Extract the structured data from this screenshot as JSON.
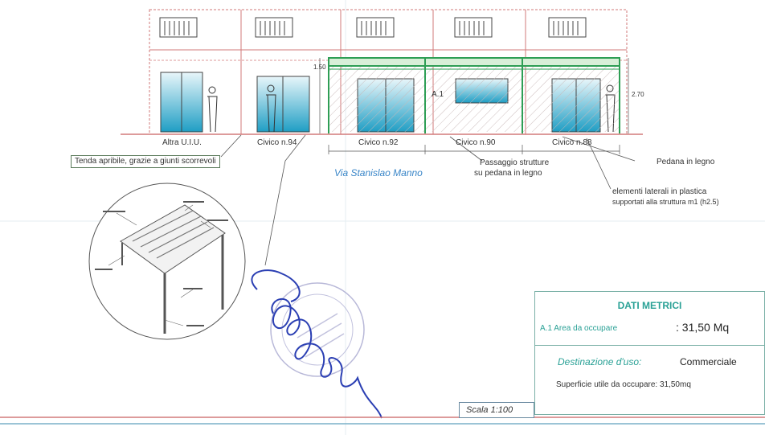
{
  "drawing": {
    "civic_labels": [
      "Altra U.I.U.",
      "Civico n.94",
      "Civico n.92",
      "Civico n.90",
      "Civico n.88"
    ],
    "heights": {
      "left": "1.50",
      "right": "2.70"
    },
    "area_tag": "A.1",
    "street_name": "Via Stanislao Manno",
    "notes": {
      "tenda": "Tenda apribile, grazie a giunti scorrevoli",
      "passaggio_1": "Passaggio strutture",
      "passaggio_2": "su pedana in legno",
      "pedana": "Pedana in legno",
      "elementi_1": "elementi laterali in plastica",
      "elementi_2": "supportati alla struttura m1 (h2.5)"
    }
  },
  "dati_metrici": {
    "title": "DATI METRICI",
    "area_label": "A.1 Area da occupare",
    "area_value": ": 31,50 Mq",
    "destinazione_label": "Destinazione d'uso:",
    "destinazione_value": "Commerciale",
    "superficie": "Superficie utile da occupare: 31,50mq"
  },
  "scala": "Scala 1:100",
  "colors": {
    "accent_green": "#2e9e55",
    "accent_teal": "#2aa196",
    "accent_blue": "#3a86c8",
    "line_red": "#d27a7a",
    "glass": "#3aa8c8"
  }
}
